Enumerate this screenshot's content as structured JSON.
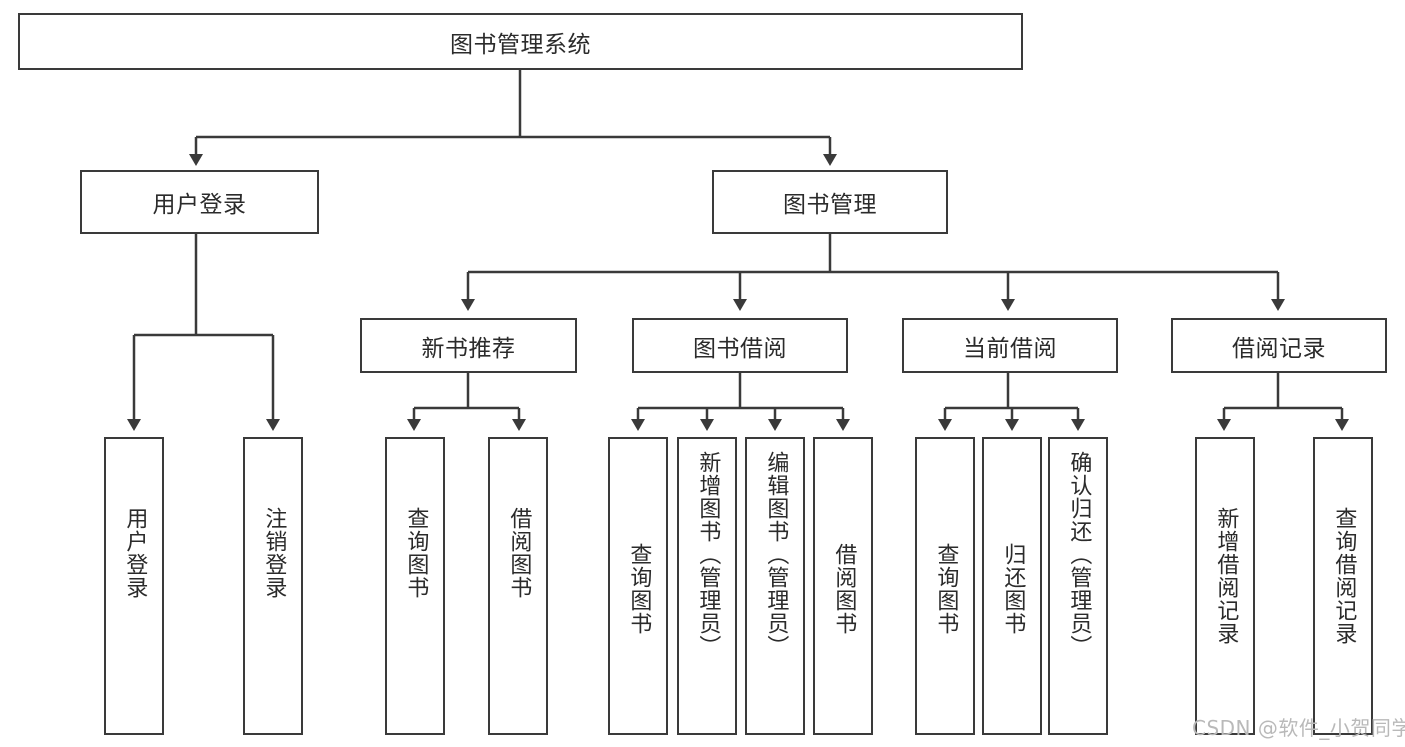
{
  "diagram": {
    "title": "图书管理系统",
    "type": "hierarchy-tree",
    "root": {
      "label": "图书管理系统"
    },
    "level2": [
      {
        "label": "用户登录"
      },
      {
        "label": "图书管理"
      }
    ],
    "level3": [
      {
        "label": "新书推荐"
      },
      {
        "label": "图书借阅"
      },
      {
        "label": "当前借阅"
      },
      {
        "label": "借阅记录"
      }
    ],
    "leaves": {
      "user_login": [
        {
          "label": "用户登录"
        },
        {
          "label": "注销登录"
        }
      ],
      "new_book_recommend": [
        {
          "label": "查询图书"
        },
        {
          "label": "借阅图书"
        }
      ],
      "book_borrow": [
        {
          "label": "查询图书"
        },
        {
          "label": "新增图书（管理员）"
        },
        {
          "label": "编辑图书（管理员）"
        },
        {
          "label": "借阅图书"
        }
      ],
      "current_borrow": [
        {
          "label": "查询图书"
        },
        {
          "label": "归还图书"
        },
        {
          "label": "确认归还（管理员）"
        }
      ],
      "borrow_record": [
        {
          "label": "新增借阅记录"
        },
        {
          "label": "查询借阅记录"
        }
      ]
    },
    "colors": {
      "stroke": "#3a3a3a",
      "text": "#2b2b2b",
      "background": "#ffffff",
      "watermark": "#b9b9b9"
    }
  },
  "watermark": {
    "text": "CSDN @软件_小贺同学"
  }
}
